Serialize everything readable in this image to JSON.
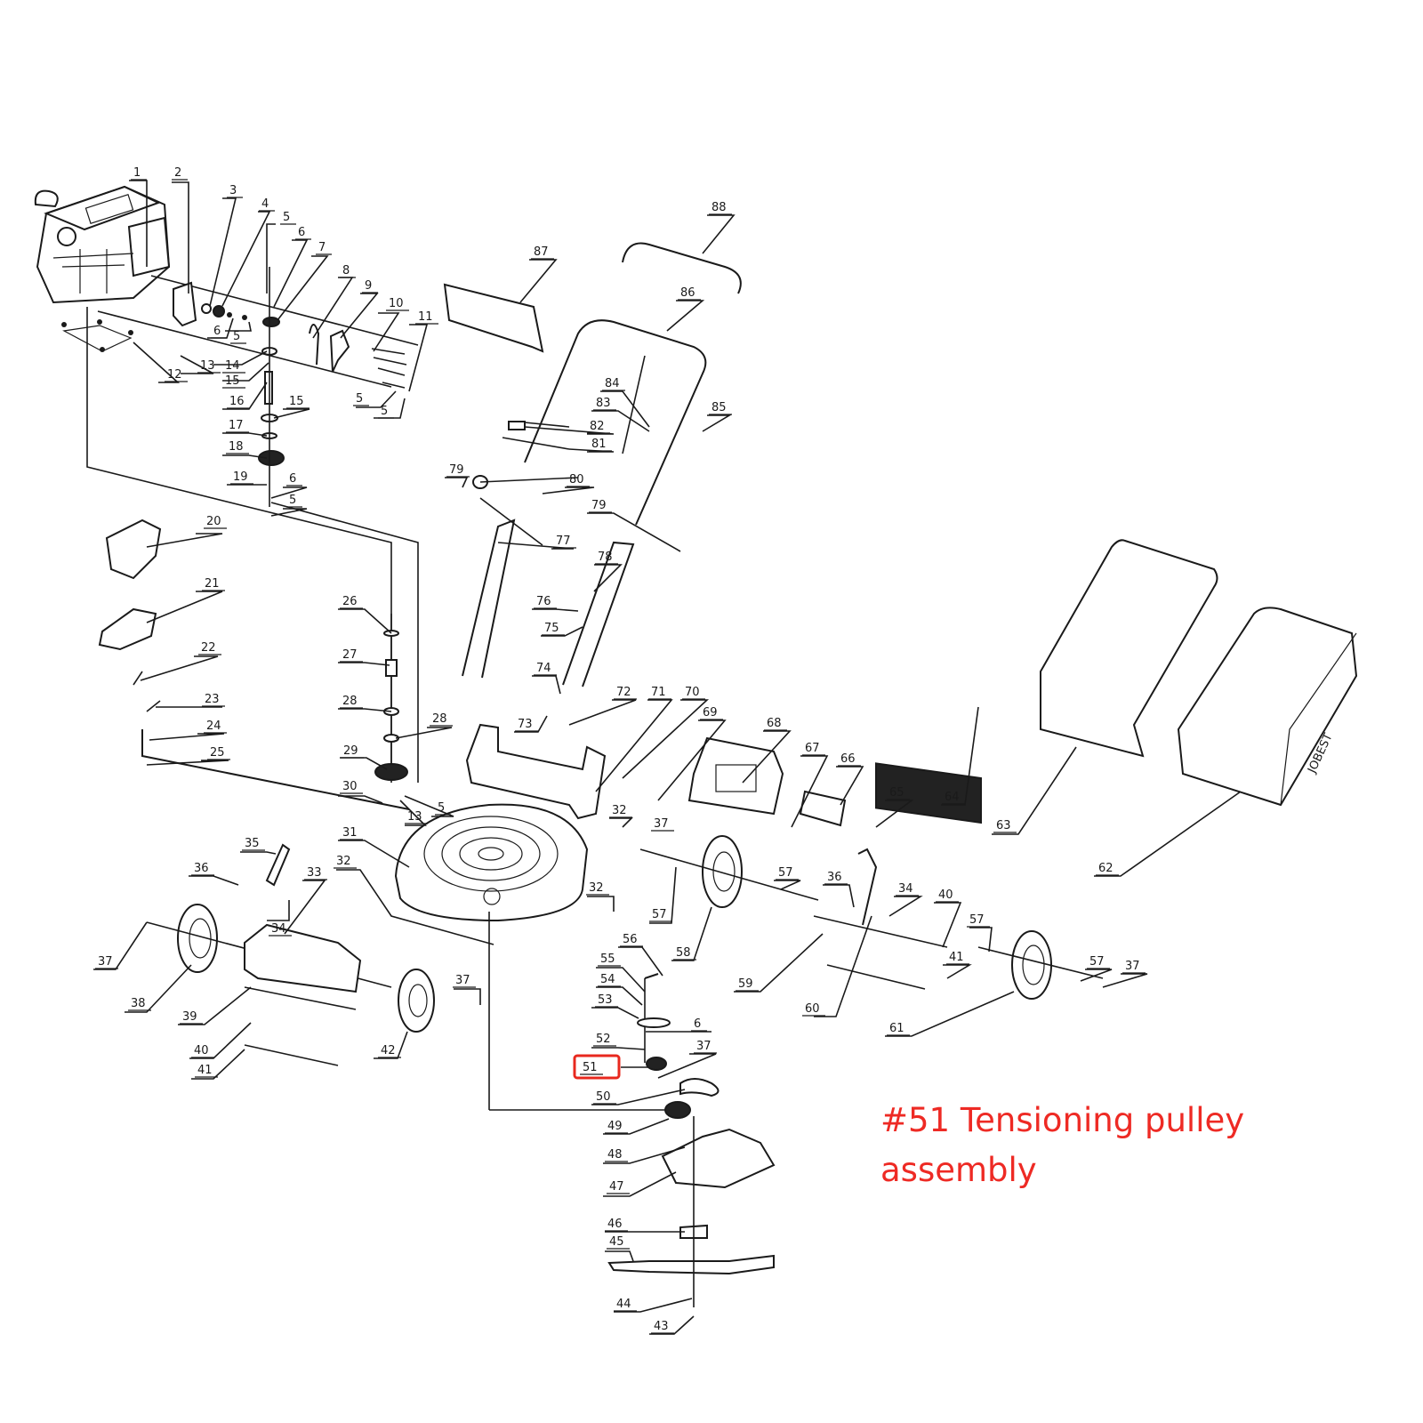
{
  "diagram": {
    "title": "Lawn mower exploded parts diagram",
    "highlight_color": "#e8281e",
    "caption_color": "#ee2a24",
    "highlighted_part": "51",
    "caption": {
      "line1": "#51 Tensioning pulley",
      "line2": "assembly"
    },
    "brand_on_grass_bag": "JOBEST",
    "labels": [
      {
        "id": "l1",
        "text": "1"
      },
      {
        "id": "l2",
        "text": "2"
      },
      {
        "id": "l3",
        "text": "3"
      },
      {
        "id": "l4",
        "text": "4"
      },
      {
        "id": "l5a",
        "text": "5"
      },
      {
        "id": "l6a",
        "text": "6"
      },
      {
        "id": "l7",
        "text": "7"
      },
      {
        "id": "l8",
        "text": "8"
      },
      {
        "id": "l9",
        "text": "9"
      },
      {
        "id": "l10",
        "text": "10"
      },
      {
        "id": "l11",
        "text": "11"
      },
      {
        "id": "l6b",
        "text": "6"
      },
      {
        "id": "l5b",
        "text": "5"
      },
      {
        "id": "l12",
        "text": "12"
      },
      {
        "id": "l13a",
        "text": "13"
      },
      {
        "id": "l14",
        "text": "14"
      },
      {
        "id": "l15a",
        "text": "15"
      },
      {
        "id": "l16",
        "text": "16"
      },
      {
        "id": "l15b",
        "text": "15"
      },
      {
        "id": "l5c",
        "text": "5"
      },
      {
        "id": "l5d",
        "text": "5"
      },
      {
        "id": "l17",
        "text": "17"
      },
      {
        "id": "l18",
        "text": "18"
      },
      {
        "id": "l19",
        "text": "19"
      },
      {
        "id": "l6c",
        "text": "6"
      },
      {
        "id": "l5e",
        "text": "5"
      },
      {
        "id": "l20",
        "text": "20"
      },
      {
        "id": "l21",
        "text": "21"
      },
      {
        "id": "l22",
        "text": "22"
      },
      {
        "id": "l23",
        "text": "23"
      },
      {
        "id": "l24",
        "text": "24"
      },
      {
        "id": "l25",
        "text": "25"
      },
      {
        "id": "l26",
        "text": "26"
      },
      {
        "id": "l27",
        "text": "27"
      },
      {
        "id": "l28a",
        "text": "28"
      },
      {
        "id": "l28b",
        "text": "28"
      },
      {
        "id": "l29",
        "text": "29"
      },
      {
        "id": "l30",
        "text": "30"
      },
      {
        "id": "l5f",
        "text": "5"
      },
      {
        "id": "l13b",
        "text": "13"
      },
      {
        "id": "l31",
        "text": "31"
      },
      {
        "id": "l32a",
        "text": "32"
      },
      {
        "id": "l32b",
        "text": "32"
      },
      {
        "id": "l32c",
        "text": "32"
      },
      {
        "id": "l33",
        "text": "33"
      },
      {
        "id": "l34a",
        "text": "34"
      },
      {
        "id": "l35",
        "text": "35"
      },
      {
        "id": "l36a",
        "text": "36"
      },
      {
        "id": "l37a",
        "text": "37"
      },
      {
        "id": "l38",
        "text": "38"
      },
      {
        "id": "l39",
        "text": "39"
      },
      {
        "id": "l40a",
        "text": "40"
      },
      {
        "id": "l41a",
        "text": "41"
      },
      {
        "id": "l42",
        "text": "42"
      },
      {
        "id": "l37b",
        "text": "37"
      },
      {
        "id": "l37c",
        "text": "37"
      },
      {
        "id": "l43",
        "text": "43"
      },
      {
        "id": "l44",
        "text": "44"
      },
      {
        "id": "l45",
        "text": "45"
      },
      {
        "id": "l46",
        "text": "46"
      },
      {
        "id": "l47",
        "text": "47"
      },
      {
        "id": "l48",
        "text": "48"
      },
      {
        "id": "l49",
        "text": "49"
      },
      {
        "id": "l50",
        "text": "50"
      },
      {
        "id": "l51",
        "text": "51"
      },
      {
        "id": "l52",
        "text": "52"
      },
      {
        "id": "l53",
        "text": "53"
      },
      {
        "id": "l54",
        "text": "54"
      },
      {
        "id": "l55",
        "text": "55"
      },
      {
        "id": "l56",
        "text": "56"
      },
      {
        "id": "l6d",
        "text": "6"
      },
      {
        "id": "l37d",
        "text": "37"
      },
      {
        "id": "l57a",
        "text": "57"
      },
      {
        "id": "l57b",
        "text": "57"
      },
      {
        "id": "l58",
        "text": "58"
      },
      {
        "id": "l59",
        "text": "59"
      },
      {
        "id": "l36b",
        "text": "36"
      },
      {
        "id": "l34b",
        "text": "34"
      },
      {
        "id": "l60",
        "text": "60"
      },
      {
        "id": "l40b",
        "text": "40"
      },
      {
        "id": "l41b",
        "text": "41"
      },
      {
        "id": "l57c",
        "text": "57"
      },
      {
        "id": "l57d",
        "text": "57"
      },
      {
        "id": "l37e",
        "text": "37"
      },
      {
        "id": "l61",
        "text": "61"
      },
      {
        "id": "l62",
        "text": "62"
      },
      {
        "id": "l63",
        "text": "63"
      },
      {
        "id": "l64",
        "text": "64"
      },
      {
        "id": "l65",
        "text": "65"
      },
      {
        "id": "l66",
        "text": "66"
      },
      {
        "id": "l67",
        "text": "67"
      },
      {
        "id": "l68",
        "text": "68"
      },
      {
        "id": "l69",
        "text": "69"
      },
      {
        "id": "l70",
        "text": "70"
      },
      {
        "id": "l71",
        "text": "71"
      },
      {
        "id": "l72",
        "text": "72"
      },
      {
        "id": "l73",
        "text": "73"
      },
      {
        "id": "l74",
        "text": "74"
      },
      {
        "id": "l75",
        "text": "75"
      },
      {
        "id": "l76",
        "text": "76"
      },
      {
        "id": "l77",
        "text": "77"
      },
      {
        "id": "l78",
        "text": "78"
      },
      {
        "id": "l79a",
        "text": "79"
      },
      {
        "id": "l79b",
        "text": "79"
      },
      {
        "id": "l80",
        "text": "80"
      },
      {
        "id": "l81",
        "text": "81"
      },
      {
        "id": "l82",
        "text": "82"
      },
      {
        "id": "l83",
        "text": "83"
      },
      {
        "id": "l84",
        "text": "84"
      },
      {
        "id": "l85",
        "text": "85"
      },
      {
        "id": "l86",
        "text": "86"
      },
      {
        "id": "l87",
        "text": "87"
      },
      {
        "id": "l88",
        "text": "88"
      }
    ]
  }
}
